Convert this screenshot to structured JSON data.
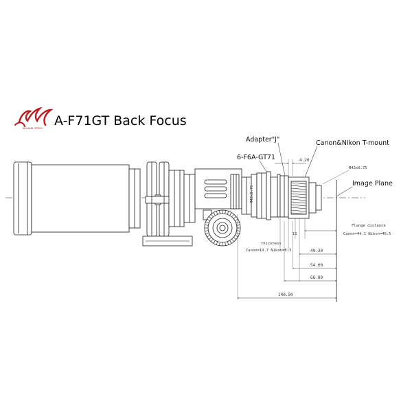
{
  "title": "A-F71GT Back Focus",
  "brand": {
    "name": "WILLIAM OPTICS",
    "color": "#c0161c"
  },
  "callouts": {
    "adapter": "Adapter\"J\"",
    "flattener": "6-F6A-GT71",
    "tmount": "Canon&NIkon T-mount",
    "image_plane": "Image Plane"
  },
  "dimensions": {
    "d_4_20": "4.20",
    "thread_m42_right": "M42x0.75",
    "thread_m42_left": "M42x0.75",
    "flange_label": "Flange distance",
    "flange_values": "Canon=44.1 Nikon=46.5",
    "thickness_label": "thickness",
    "thickness_values": "Canon=10.7 Nikon=8.3",
    "d_11": "11",
    "d_49_30": "49.30",
    "d_54_60": "54.60",
    "d_66_80": "66.80",
    "d_140_50": "140.50"
  },
  "colors": {
    "line": "#1a1a1a",
    "dimension": "#444444",
    "axis": "#d03030"
  }
}
